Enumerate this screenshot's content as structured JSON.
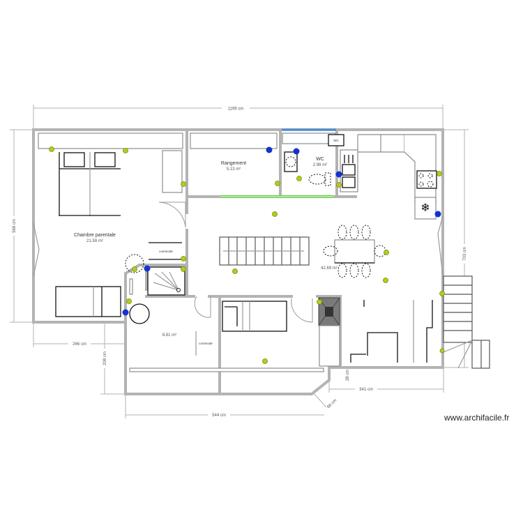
{
  "plan": {
    "watermark": "www.archifacile.fr",
    "colors": {
      "wall": "#b3b3b3",
      "outlet_yellow": "#b5cc18",
      "outlet_blue": "#1433cc",
      "window_green": "#66cc44",
      "window_blue": "#4a8fd6"
    },
    "dimensions": {
      "top_width": "1199 cm",
      "left_height": "568 cm",
      "right_height": "703 cm",
      "bottom_left": "266 cm",
      "bottom_left_vertical": "208 cm",
      "bottom_mid": "544 cm",
      "bottom_right": "341 cm",
      "bottom_small_vertical": "28 cm",
      "bottom_diagonal": "66 cm"
    },
    "rooms": [
      {
        "name": "Chambre parentale",
        "area": "21.59 m²"
      },
      {
        "name": "Rangement",
        "area": "5.13 m²"
      },
      {
        "name": "WC",
        "area": "2.98 m²"
      },
      {
        "name": "",
        "area": "42.69 m²"
      },
      {
        "name": "",
        "area": "8.81 m²"
      }
    ],
    "furniture_labels": {
      "commode_1": "commode",
      "commode_2": "commode",
      "wc_box": "WC"
    }
  }
}
